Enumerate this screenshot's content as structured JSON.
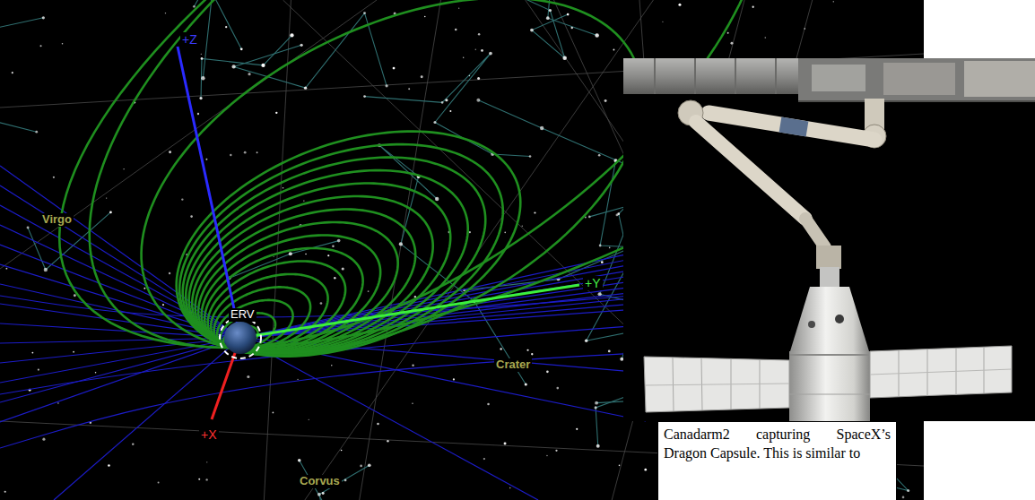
{
  "diagram": {
    "caption": "Canadarm2 capturing SpaceX’s Dragon Capsule. This is similar to",
    "labels": [
      "+Z",
      "Virgo",
      "ERV",
      "+Y",
      "Crater",
      "+X",
      "Corvus"
    ]
  }
}
